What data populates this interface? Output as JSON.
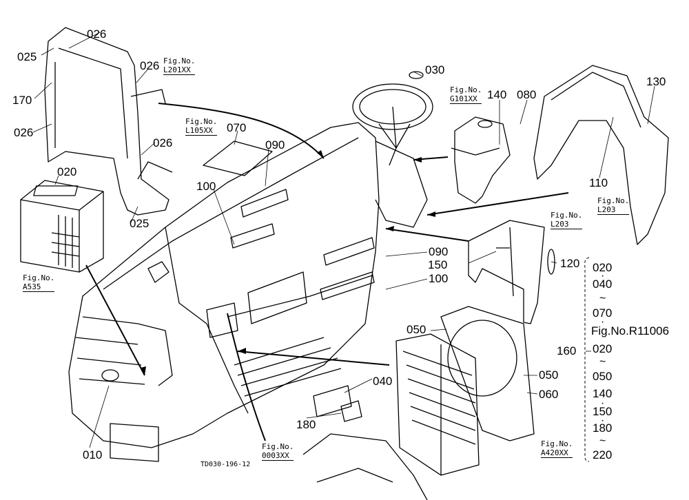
{
  "callouts": {
    "c025a": "025",
    "c026a": "026",
    "c026b": "026",
    "c170": "170",
    "c026c": "026",
    "c026d": "026",
    "c025b": "025",
    "c020": "020",
    "c070": "070",
    "c090a": "090",
    "c100a": "100",
    "c030": "030",
    "c140": "140",
    "c080": "080",
    "c130": "130",
    "c110": "110",
    "c090b": "090",
    "c150": "150",
    "c120": "120",
    "c100b": "100",
    "c050a": "050",
    "c160": "160",
    "c050b": "050",
    "c060": "060",
    "c040": "040",
    "c180": "180",
    "c010": "010"
  },
  "figrefs": {
    "f1": {
      "label": "Fig.No.",
      "ref": "L201XX"
    },
    "f2": {
      "label": "Fig.No.",
      "ref": "L105XX"
    },
    "f3": {
      "label": "Fig.No.",
      "ref": "G101XX"
    },
    "f4": {
      "label": "Fig.No.",
      "ref": "L203"
    },
    "f5": {
      "label": "Fig.No.",
      "ref": "L203"
    },
    "f6": {
      "label": "Fig.No.",
      "ref": "A535"
    },
    "f7": {
      "label": "Fig.No.",
      "ref": "0003XX"
    },
    "f8": {
      "label": "Fig.No.",
      "ref": "A420XX"
    }
  },
  "column": {
    "i1": "020",
    "i2": "040",
    "i3": "070",
    "i4": "Fig.No.R11006",
    "i5": "020",
    "i6": "050",
    "i7": "140",
    "i8": "150",
    "i9": "180",
    "i10": "220"
  },
  "drawing_code": "TD030-196-12"
}
